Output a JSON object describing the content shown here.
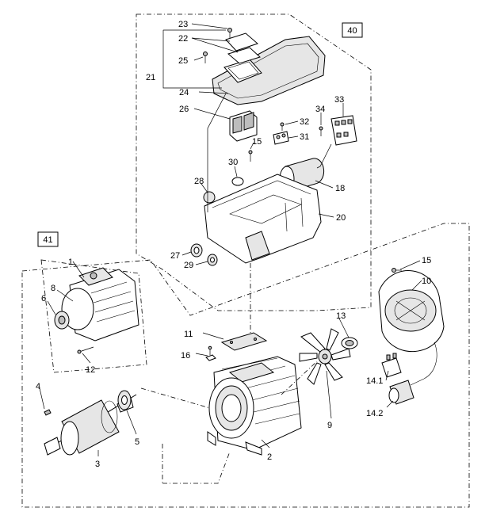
{
  "assembly_boxes": [
    {
      "id": "box-40",
      "label": "40"
    },
    {
      "id": "box-41",
      "label": "41"
    }
  ],
  "callouts": {
    "c1": "1",
    "c2": "2",
    "c3": "3",
    "c4": "4",
    "c5": "5",
    "c6": "6",
    "c8": "8",
    "c9": "9",
    "c10": "10",
    "c11": "11",
    "c12": "12",
    "c13": "13",
    "c14_1": "14.1",
    "c14_2": "14.2",
    "c15a": "15",
    "c15b": "15",
    "c16": "16",
    "c18": "18",
    "c20": "20",
    "c21": "21",
    "c22": "22",
    "c23": "23",
    "c24": "24",
    "c25": "25",
    "c26": "26",
    "c27": "27",
    "c28": "28",
    "c29": "29",
    "c30": "30",
    "c31": "31",
    "c32": "32",
    "c33": "33",
    "c34": "34"
  }
}
